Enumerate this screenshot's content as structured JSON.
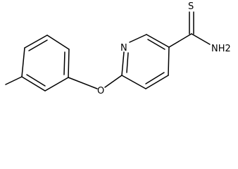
{
  "molecule": {
    "atom_labels": {
      "sulfur": "S",
      "nitrogen_ring": "N",
      "amide_group": "NH2",
      "oxygen_ether": "O"
    }
  }
}
